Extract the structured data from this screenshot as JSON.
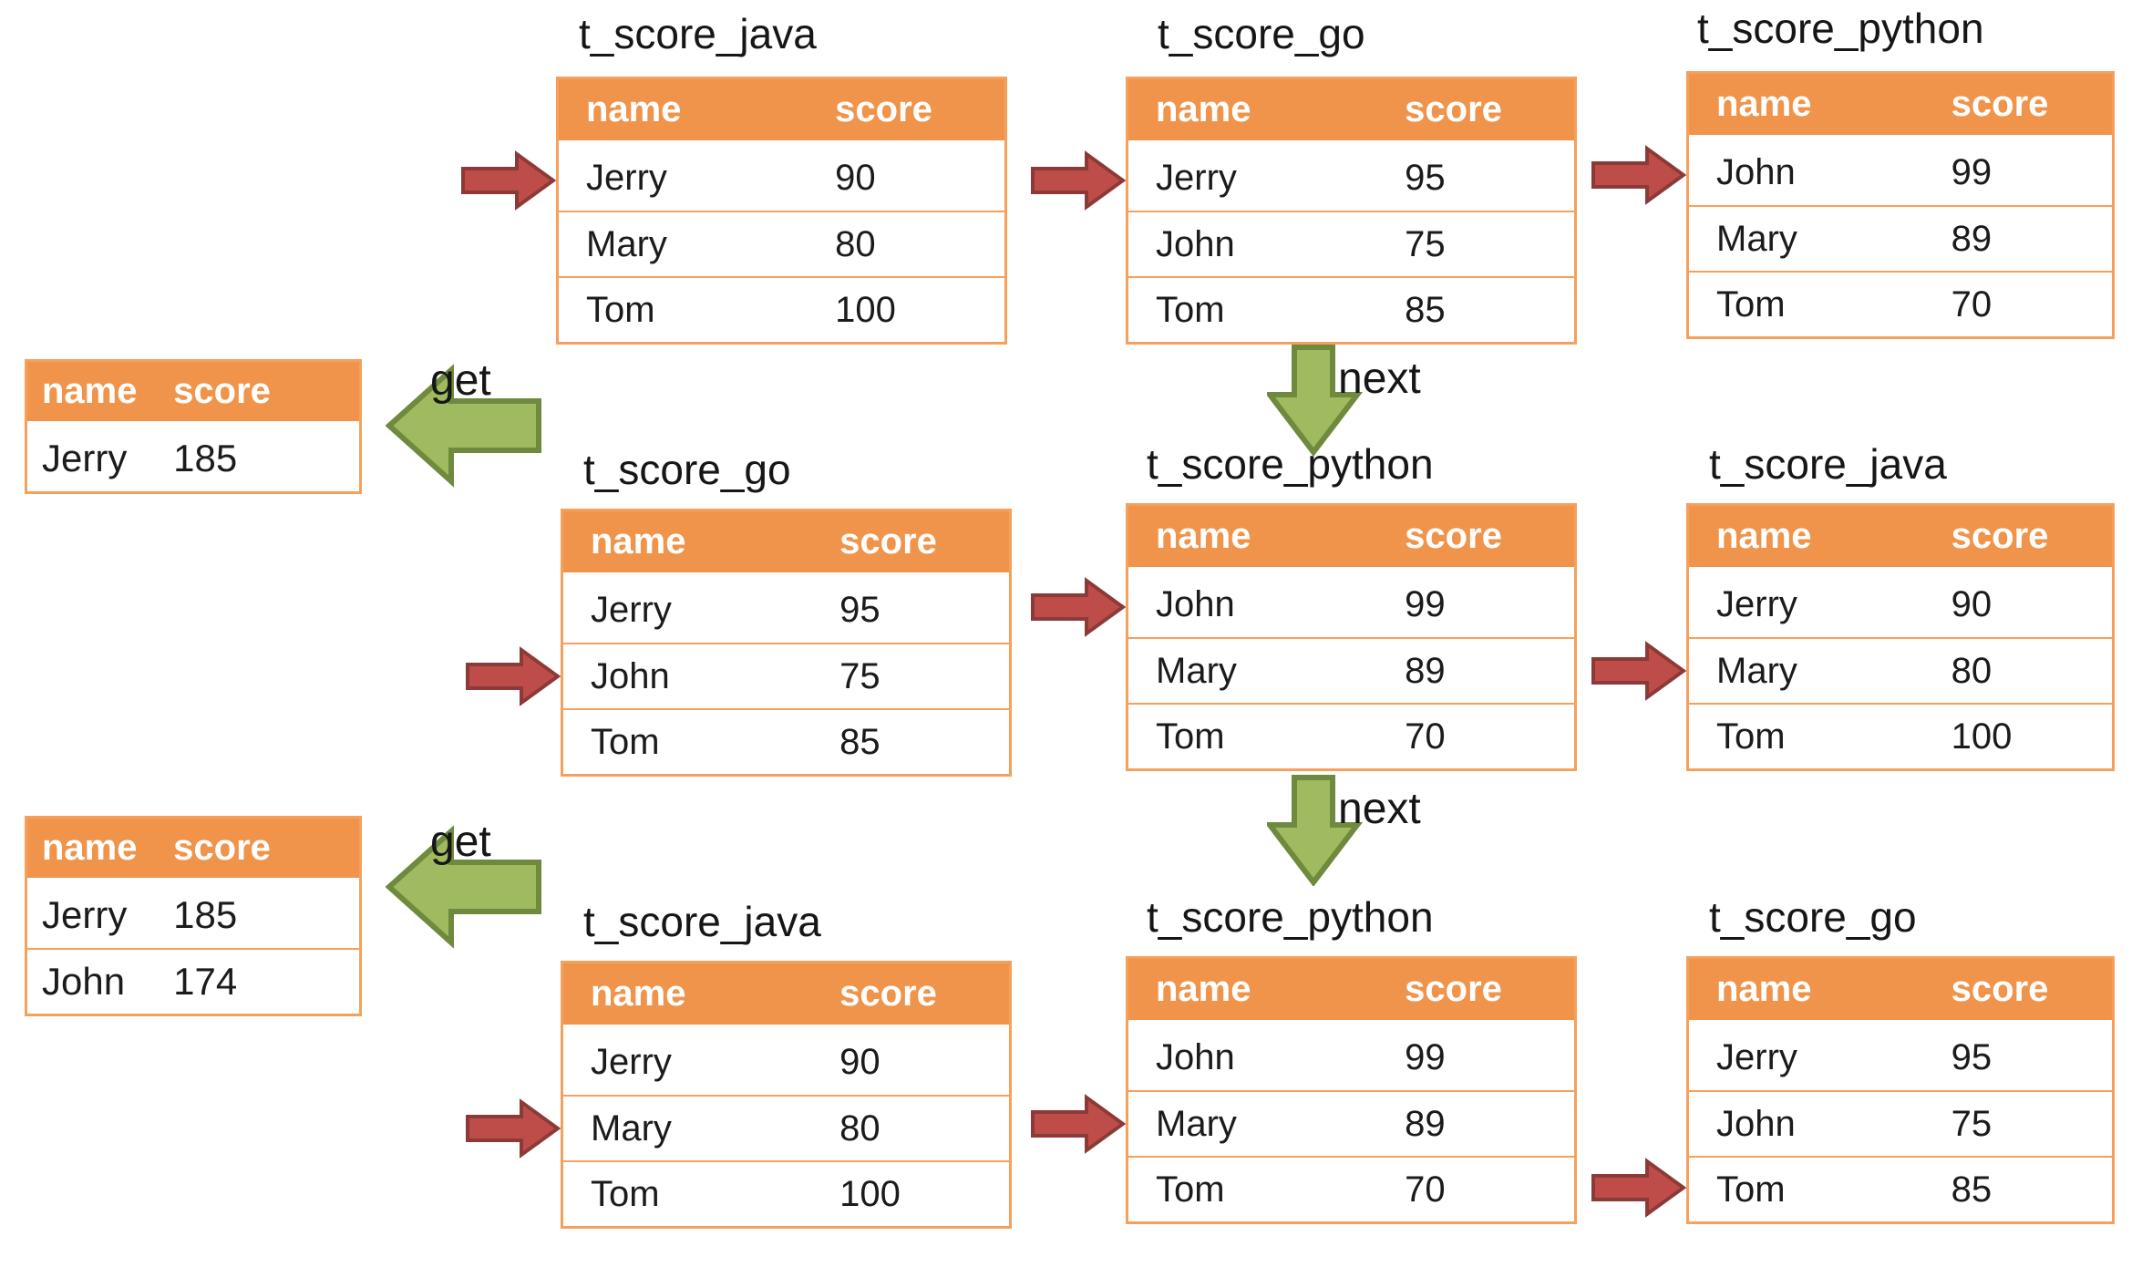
{
  "labels": {
    "get": "get",
    "next": "next"
  },
  "columns": {
    "name": "name",
    "score": "score"
  },
  "icons": {
    "row_pointer": "right-block-arrow",
    "next": "down-block-arrow",
    "get": "left-block-arrow"
  },
  "colors": {
    "orange_header": "#F0944B",
    "orange_border": "#F5A05B",
    "red_arrow_fill": "#BE4D4A",
    "red_arrow_border": "#8C3A37",
    "green_arrow_fill": "#9FBA5F",
    "green_arrow_border": "#6F8A3E"
  },
  "score_tables": [
    {
      "title": "t_score_java",
      "rows": [
        {
          "name": "Jerry",
          "score": "90"
        },
        {
          "name": "Mary",
          "score": "80"
        },
        {
          "name": "Tom",
          "score": "100"
        }
      ]
    },
    {
      "title": "t_score_go",
      "rows": [
        {
          "name": "Jerry",
          "score": "95"
        },
        {
          "name": "John",
          "score": "75"
        },
        {
          "name": "Tom",
          "score": "85"
        }
      ]
    },
    {
      "title": "t_score_python",
      "rows": [
        {
          "name": "John",
          "score": "99"
        },
        {
          "name": "Mary",
          "score": "89"
        },
        {
          "name": "Tom",
          "score": "70"
        }
      ]
    },
    {
      "title": "t_score_go",
      "rows": [
        {
          "name": "Jerry",
          "score": "95"
        },
        {
          "name": "John",
          "score": "75"
        },
        {
          "name": "Tom",
          "score": "85"
        }
      ]
    },
    {
      "title": "t_score_python",
      "rows": [
        {
          "name": "John",
          "score": "99"
        },
        {
          "name": "Mary",
          "score": "89"
        },
        {
          "name": "Tom",
          "score": "70"
        }
      ]
    },
    {
      "title": "t_score_java",
      "rows": [
        {
          "name": "Jerry",
          "score": "90"
        },
        {
          "name": "Mary",
          "score": "80"
        },
        {
          "name": "Tom",
          "score": "100"
        }
      ]
    },
    {
      "title": "t_score_java",
      "rows": [
        {
          "name": "Jerry",
          "score": "90"
        },
        {
          "name": "Mary",
          "score": "80"
        },
        {
          "name": "Tom",
          "score": "100"
        }
      ]
    },
    {
      "title": "t_score_python",
      "rows": [
        {
          "name": "John",
          "score": "99"
        },
        {
          "name": "Mary",
          "score": "89"
        },
        {
          "name": "Tom",
          "score": "70"
        }
      ]
    },
    {
      "title": "t_score_go",
      "rows": [
        {
          "name": "Jerry",
          "score": "95"
        },
        {
          "name": "John",
          "score": "75"
        },
        {
          "name": "Tom",
          "score": "85"
        }
      ]
    }
  ],
  "result_tables": [
    {
      "rows": [
        {
          "name": "Jerry",
          "score": "185"
        }
      ]
    },
    {
      "rows": [
        {
          "name": "Jerry",
          "score": "185"
        },
        {
          "name": "John",
          "score": "174"
        }
      ]
    }
  ]
}
